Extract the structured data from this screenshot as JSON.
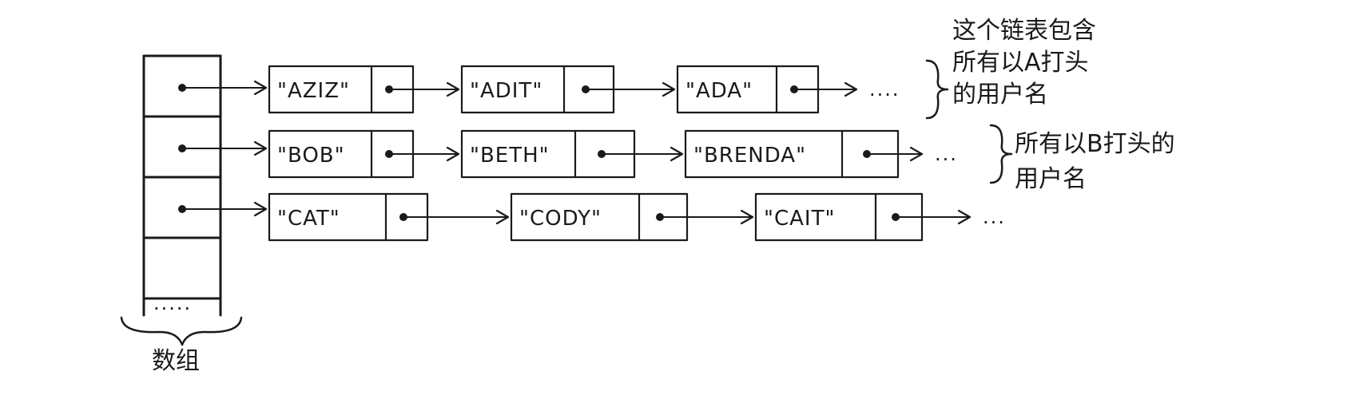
{
  "array_label": "数组",
  "array_more": ".....",
  "rows": [
    {
      "nodes": [
        "\"AZIZ\"",
        "\"ADIT\"",
        "\"ADA\""
      ],
      "more": "....",
      "note_lines": [
        "这个链表包含",
        "所有以A打头",
        "的用户名"
      ]
    },
    {
      "nodes": [
        "\"BOB\"",
        "\"BETH\"",
        "\"BRENDA\""
      ],
      "more": "...",
      "note_lines": [
        "所有以B打头的",
        "用户名"
      ]
    },
    {
      "nodes": [
        "\"CAT\"",
        "\"CODY\"",
        "\"CAIT\""
      ],
      "more": "...",
      "note_lines": []
    }
  ]
}
